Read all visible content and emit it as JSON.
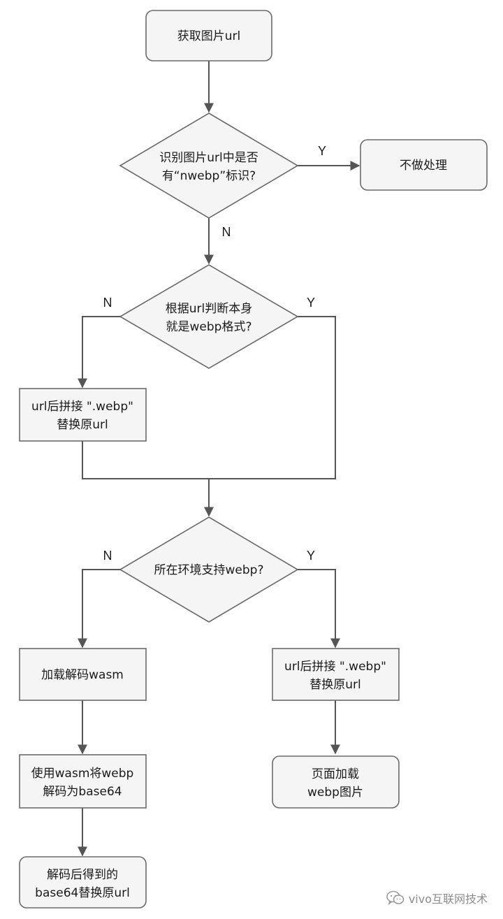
{
  "nodes": {
    "start": [
      "获取图片url"
    ],
    "check_nwebp": [
      "识别图片url中是否",
      "有“nwebp”标识?"
    ],
    "no_process": [
      "不做处理"
    ],
    "check_format": [
      "根据url判断本身",
      "就是webp格式?"
    ],
    "append_webp_1": [
      "url后拼接 \".webp\"",
      "替换原url"
    ],
    "check_support": [
      "所在环境支持webp?"
    ],
    "load_wasm": [
      "加载解码wasm"
    ],
    "append_webp_2": [
      "url后拼接 \".webp\"",
      "替换原url"
    ],
    "decode_base64": [
      "使用wasm将webp",
      "解码为base64"
    ],
    "page_load": [
      "页面加载",
      "webp图片"
    ],
    "replace_base64": [
      "解码后得到的",
      "base64替换原url"
    ]
  },
  "edges": {
    "nwebp_yes": "Y",
    "nwebp_no": "N",
    "format_no": "N",
    "format_yes": "Y",
    "support_no": "N",
    "support_yes": "Y"
  },
  "watermark": {
    "icon": "wechat-icon",
    "text": "vivo互联网技术"
  },
  "colors": {
    "node_fill": "#f5f5f5",
    "node_stroke": "#6a6a6a",
    "edge": "#555555"
  }
}
